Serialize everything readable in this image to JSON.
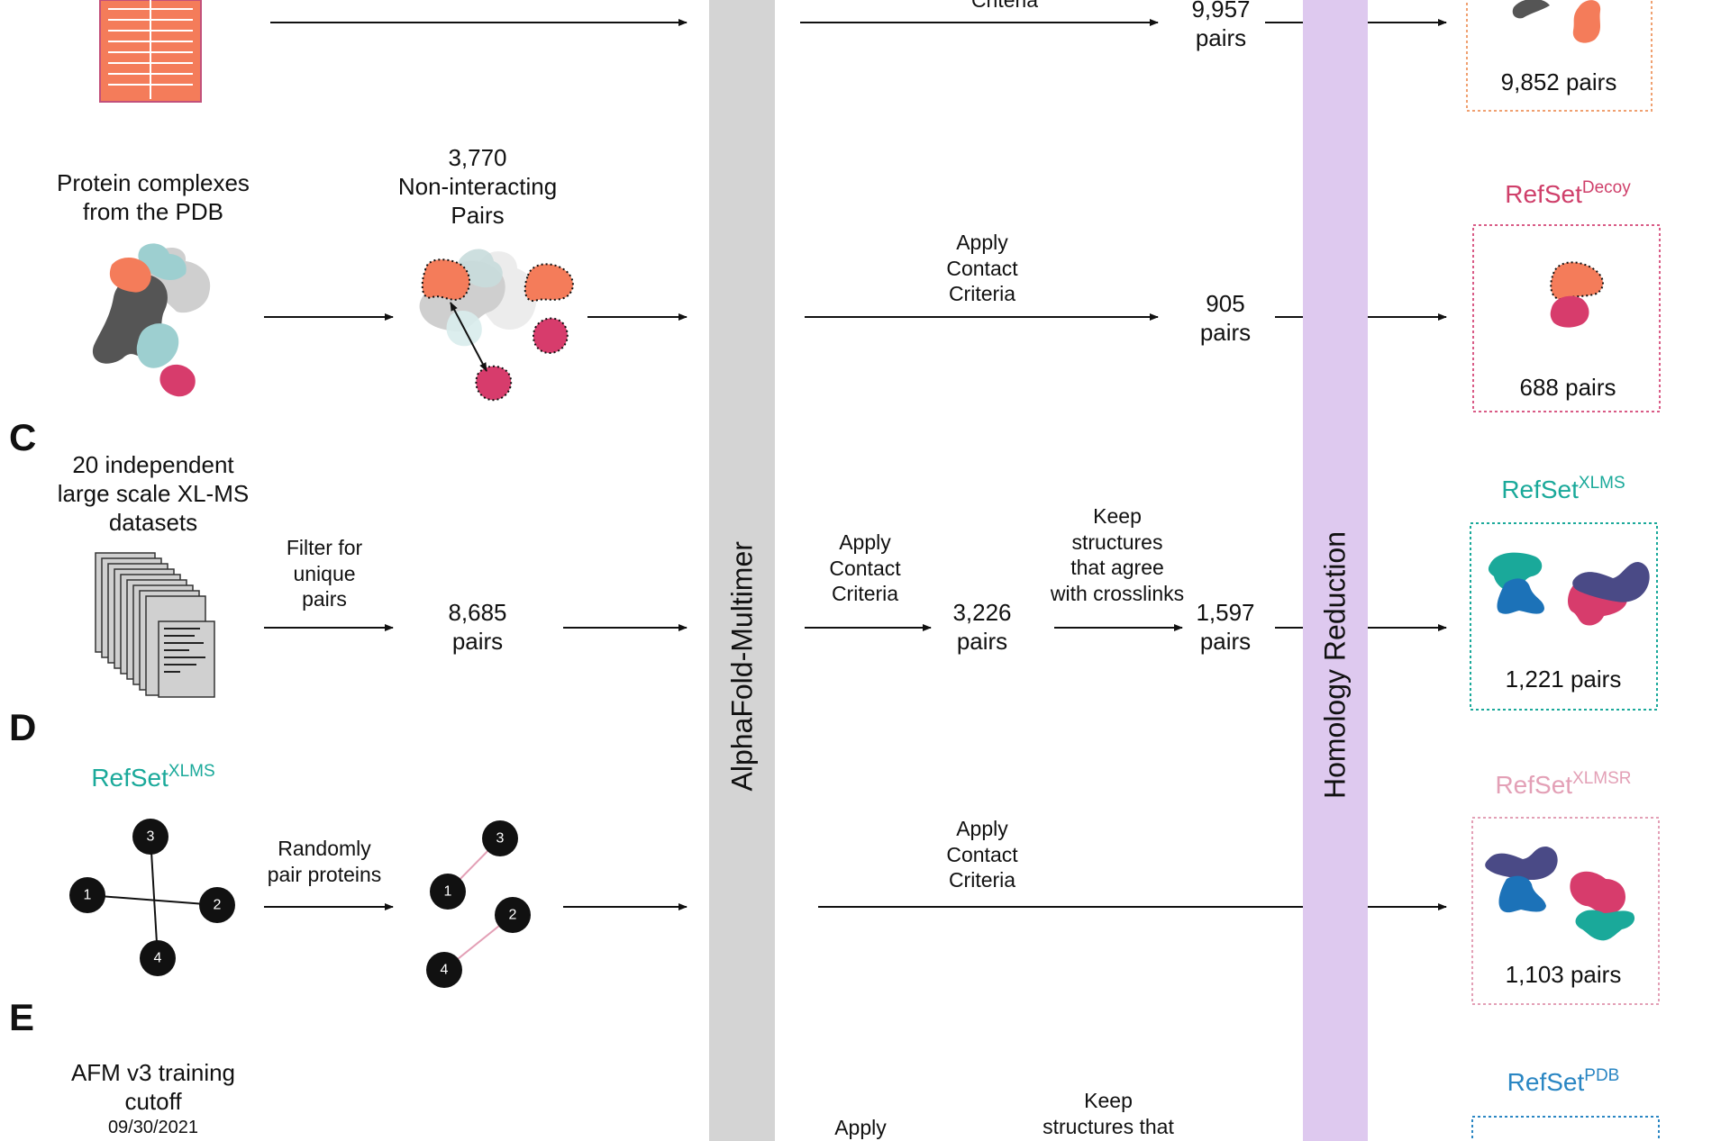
{
  "bands": {
    "alphafold_label": "AlphaFold-Multimer",
    "homology_label": "Homology Reduction",
    "alphafold_color": "#d4d4d4",
    "homology_color": "#dec9ef"
  },
  "row_a": {
    "criteria_label": "Criteria",
    "count_number": "9,957",
    "count_unit": "pairs",
    "result": "9,852 pairs"
  },
  "row_b": {
    "source": [
      "Protein complexes",
      "from the PDB"
    ],
    "noninteracting": [
      "3,770",
      "Non-interacting",
      "Pairs"
    ],
    "step": [
      "Apply",
      "Contact",
      "Criteria"
    ],
    "count": [
      "905",
      "pairs"
    ],
    "refset_base": "RefSet",
    "refset_sup": "Decoy",
    "result": "688 pairs"
  },
  "section_c": {
    "letter": "C",
    "source": [
      "20 independent",
      "large scale XL-MS",
      "datasets"
    ],
    "filter": [
      "Filter for",
      "unique",
      "pairs"
    ],
    "count1": [
      "8,685",
      "pairs"
    ],
    "step1": [
      "Apply",
      "Contact",
      "Criteria"
    ],
    "count2": [
      "3,226",
      "pairs"
    ],
    "step2": [
      "Keep",
      "structures",
      "that agree",
      "with crosslinks"
    ],
    "count3": [
      "1,597",
      "pairs"
    ],
    "refset_base": "RefSet",
    "refset_sup": "XLMS",
    "result": "1,221 pairs"
  },
  "section_d": {
    "letter": "D",
    "source_base": "RefSet",
    "source_sup": "XLMS",
    "nodes": [
      "1",
      "2",
      "3",
      "4"
    ],
    "pair_step": [
      "Randomly",
      "pair proteins"
    ],
    "step": [
      "Apply",
      "Contact",
      "Criteria"
    ],
    "refset_base": "RefSet",
    "refset_sup": "XLMSR",
    "result": "1,103 pairs"
  },
  "section_e": {
    "letter": "E",
    "source": [
      "AFM v3 training",
      "cutoff"
    ],
    "date": "09/30/2021",
    "step1": "Apply",
    "step2": [
      "Keep",
      "structures that"
    ],
    "refset_base": "RefSet",
    "refset_sup": "PDB"
  },
  "colors": {
    "salmon": "#f47c5a",
    "pink": "#d73c6c",
    "teal": "#1aa99a",
    "navy": "#4a4a86",
    "blue": "#1c72b8",
    "lightteal": "#9dcfd0",
    "darkgray": "#555555",
    "lightgray": "#cfcfcf",
    "decoy_text": "#cf3f6a",
    "xlms_text": "#1aa99a",
    "xlmsr_text": "#e3a0b6",
    "pdb_text": "#2a86c3"
  }
}
